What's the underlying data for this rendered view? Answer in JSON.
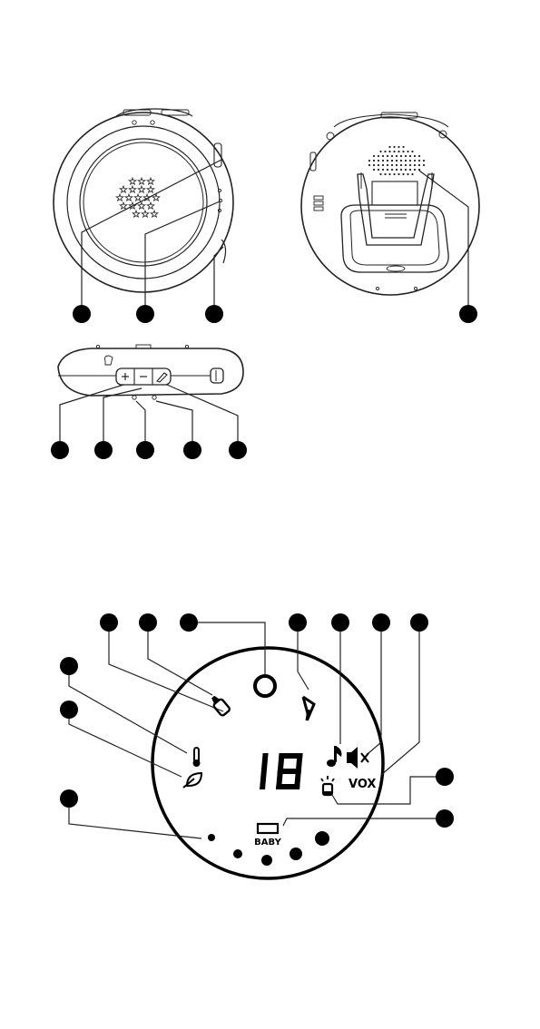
{
  "display": {
    "digits": "18",
    "vox_label": "VOX",
    "baby_label": "BABY"
  },
  "icons": [
    "feeding-bottle-icon",
    "alarm-ring-icon",
    "signal-antenna-icon",
    "music-note-icon",
    "speaker-mute-icon",
    "vox-icon",
    "thermometer-icon",
    "leaf-eco-icon",
    "night-light-icon",
    "baby-battery-icon",
    "sound-level-dots"
  ],
  "colors": {
    "ink": "#000000",
    "paper": "#ffffff",
    "line": "#222222"
  }
}
